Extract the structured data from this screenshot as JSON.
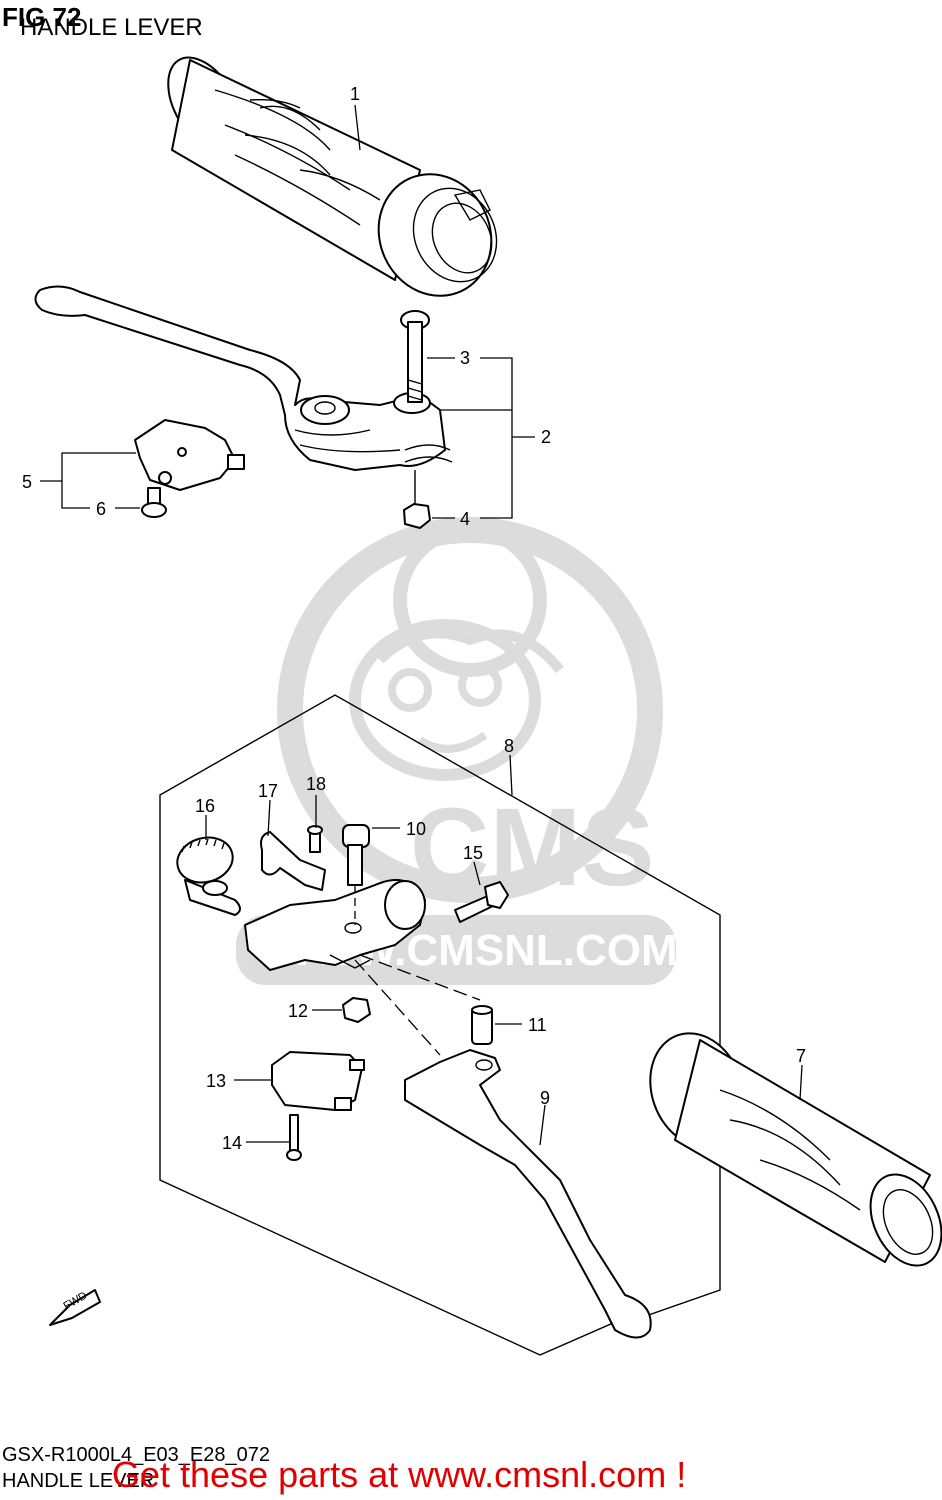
{
  "header": {
    "fig_number": "FIG 72",
    "subtitle": "HANDLE LEVER"
  },
  "footer": {
    "model_code": "GSX-R1000L4_E03_E28_072",
    "label": "HANDLE LEVER",
    "promo_text": "Get these parts at www.cmsnl.com !",
    "promo_color": "#e00000"
  },
  "watermark": {
    "brand": "CMS",
    "url": "WWW.CMSNL.COM",
    "color": "#d9d9d9"
  },
  "direction_marker": "FWD",
  "callouts": [
    "1",
    "2",
    "3",
    "4",
    "5",
    "6",
    "7",
    "8",
    "9",
    "10",
    "11",
    "12",
    "13",
    "14",
    "15",
    "16",
    "17",
    "18"
  ]
}
